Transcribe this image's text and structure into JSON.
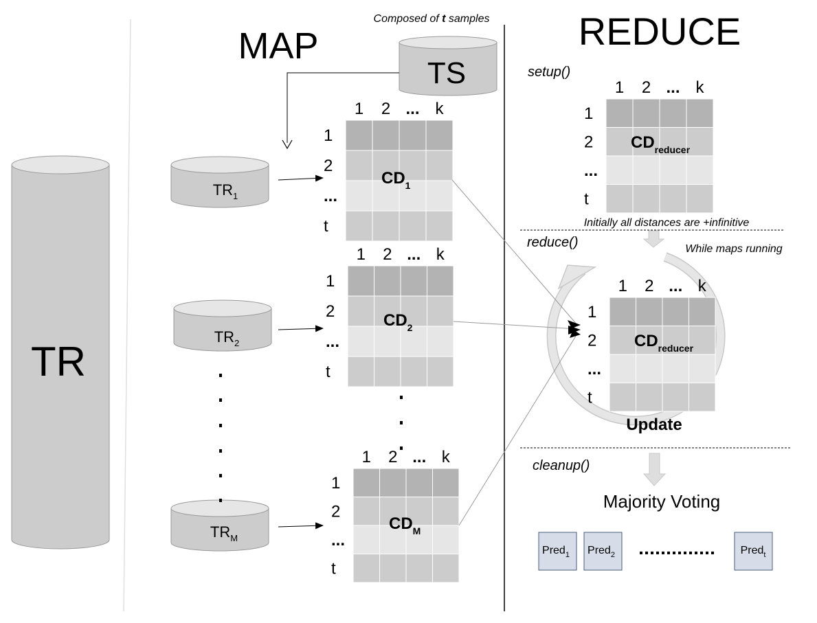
{
  "map_title": "MAP",
  "reduce_title": "REDUCE",
  "ts_note_prefix": "Composed of ",
  "ts_note_var": "t",
  "ts_note_suffix": " samples",
  "ts_label": "TS",
  "tr_label": "TR",
  "tr_cylinders": [
    {
      "base": "TR",
      "sub": "1"
    },
    {
      "base": "TR",
      "sub": "2"
    },
    {
      "base": "TR",
      "sub": "M"
    }
  ],
  "matrix_col_headers": [
    "1",
    "2",
    "...",
    "k"
  ],
  "matrix_row_headers": [
    "1",
    "2",
    "...",
    "t"
  ],
  "map_matrices": [
    {
      "base": "CD",
      "sub": "1"
    },
    {
      "base": "CD",
      "sub": "2"
    },
    {
      "base": "CD",
      "sub": "M"
    }
  ],
  "reducer_matrix": {
    "base": "CD",
    "sub": "reducer"
  },
  "setup_label": "setup()",
  "initial_note": "Initially all distances are +infinitive",
  "reduce_label": "reduce()",
  "running_note": "While maps running",
  "update_label": "Update",
  "cleanup_label": "cleanup()",
  "majority_label": "Majority Voting",
  "predictions": [
    {
      "base": "Pred",
      "sub": "1"
    },
    {
      "base": "Pred",
      "sub": "2"
    },
    {
      "base": "Pred",
      "sub": "t"
    }
  ],
  "colors": {
    "cylinder_fill": "#cccccc",
    "cylinder_top": "#e6e6e6",
    "row_dark": "#b3b3b3",
    "row_mid": "#cccccc",
    "row_light": "#e6e6e6",
    "pred_fill": "#d7dde8",
    "pred_border": "#4a5b78",
    "line": "#999999"
  }
}
